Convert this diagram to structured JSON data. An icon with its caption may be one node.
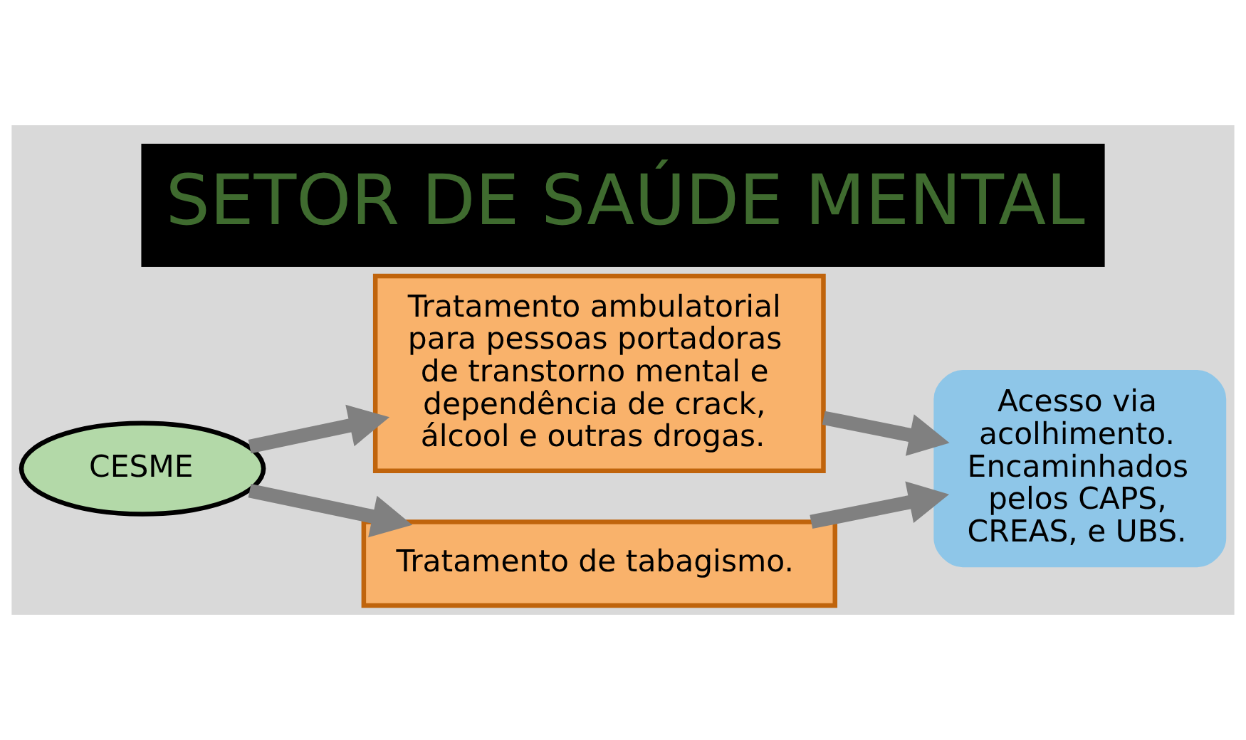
{
  "diagram": {
    "title": "SETOR DE SAÚDE MENTAL",
    "nodes": [
      {
        "text": [
          "CESME"
        ]
      },
      {
        "text": [
          "Tratamento ambulatorial para pessoas portadoras de transtorno mental e dependência de crack, álcool e outras drogas."
        ]
      },
      {
        "text": [
          "Tratamento de tabagismo."
        ]
      },
      {
        "text": [
          "Acesso via acolhimento. Encaminhados pelos CAPS, CREAS, e UBS."
        ]
      }
    ],
    "edges": [
      {
        "from": 0,
        "to": 1,
        "arrow": "to"
      },
      {
        "from": 0,
        "to": 2,
        "arrow": "to"
      },
      {
        "from": 1,
        "to": 3,
        "arrow": "to"
      },
      {
        "from": 2,
        "to": 3,
        "arrow": "to"
      }
    ]
  }
}
